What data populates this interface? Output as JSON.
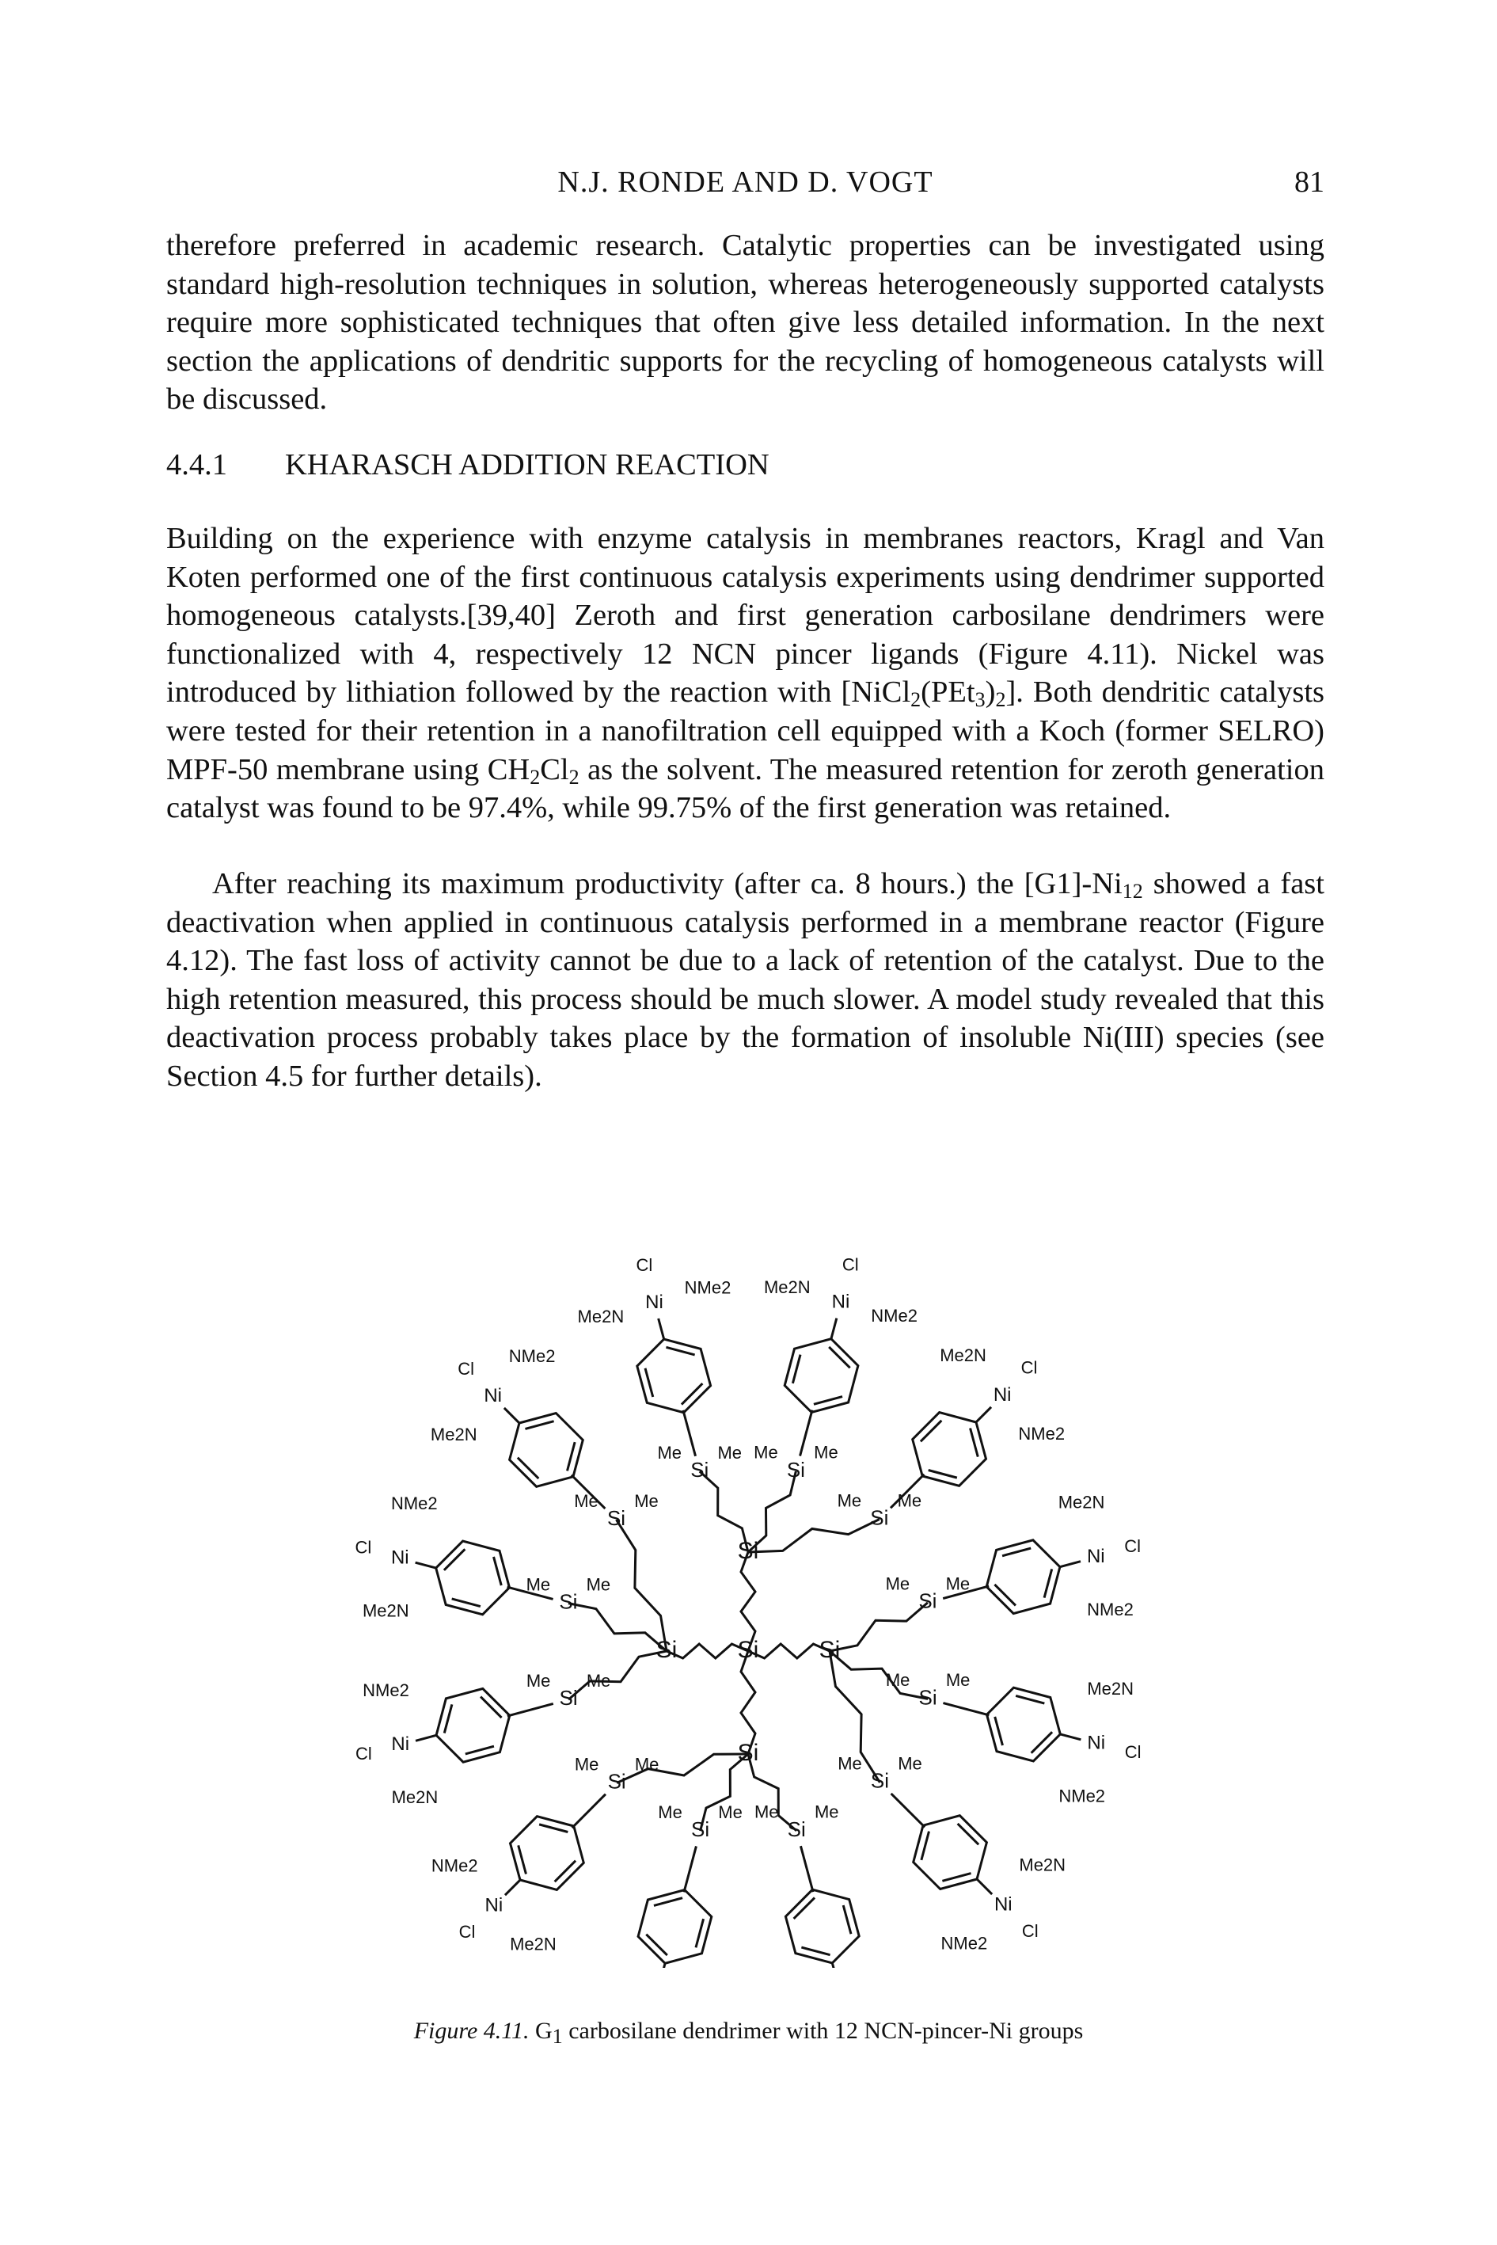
{
  "header": {
    "authors": "N.J. RONDE AND D. VOGT",
    "page_number": "81"
  },
  "para1": "therefore preferred in academic research. Catalytic properties can be investigated using standard high-resolution techniques in solution, whereas heterogeneously supported catalysts require more sophisticated techniques that often give less detailed information. In the next section the applications of dendritic supports for the recycling of homogeneous catalysts will be discussed.",
  "section": {
    "number": "4.4.1",
    "title": "KHARASCH ADDITION REACTION"
  },
  "para2": {
    "a": "Building on the experience with enzyme catalysis in membranes reactors, Kragl and Van Koten performed one of the first continuous catalysis experiments using dendrimer supported homogeneous catalysts.[39,40] Zeroth and first generation carbosilane dendrimers were functionalized with 4, respectively 12 NCN pincer ligands (Figure 4.11). Nickel was introduced by lithiation followed by the reaction with [NiCl",
    "sub1": "2",
    "b": "(PEt",
    "sub2": "3",
    "c": ")",
    "sub3": "2",
    "d": "]. Both dendritic catalysts were tested for their retention in a nanofiltration cell equipped with a Koch (former SELRO) MPF-50 membrane using CH",
    "sub4": "2",
    "e": "Cl",
    "sub5": "2",
    "f": " as the solvent. The measured retention for zeroth generation catalyst was found to be 97.4%, while 99.75% of the first generation was retained."
  },
  "para3": {
    "a": "After reaching its maximum productivity (after ca. 8 hours.) the [G1]-Ni",
    "sub1": "12",
    "b": " showed a fast deactivation when applied in continuous catalysis performed in a membrane reactor (Figure 4.12). The fast loss of activity cannot be due to a lack of retention of the catalyst. Due to the high retention measured, this process should be much slower. A model study revealed that this deactivation process probably takes place by the formation of insoluble Ni(III) species (see Section 4.5 for further details)."
  },
  "figure": {
    "labels": {
      "cl": "Cl",
      "ni": "Ni",
      "si": "Si",
      "me": "Me",
      "nme2": "NMe2",
      "me2n": "Me2N"
    }
  },
  "caption": {
    "label": "Figure 4.11.",
    "g": "G",
    "g_sub": "1",
    "text": " carbosilane dendrimer with 12 NCN-pincer-Ni groups"
  }
}
